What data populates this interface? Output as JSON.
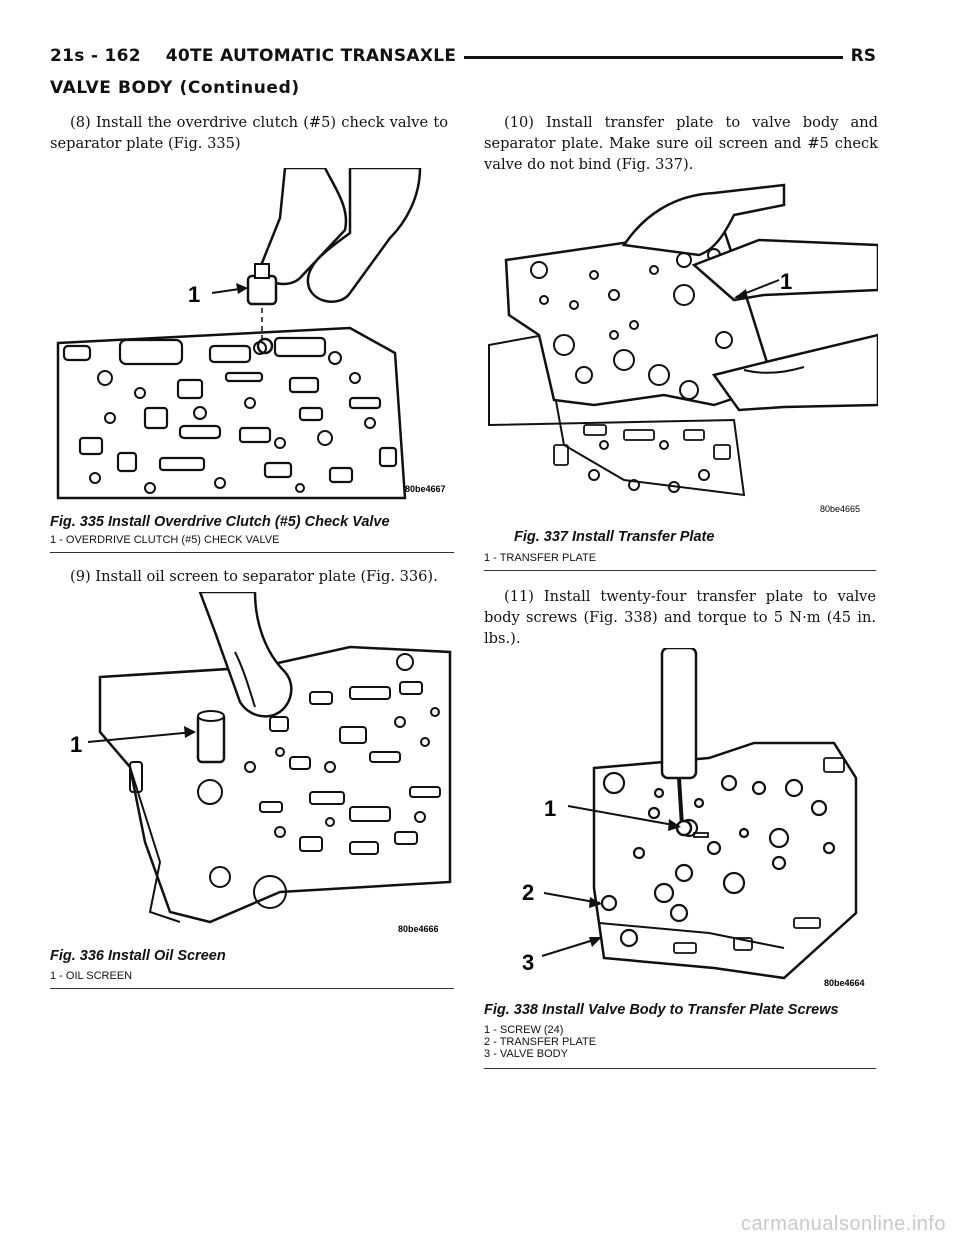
{
  "header": {
    "left": "21s - 162    40TE AUTOMATIC TRANSAXLE",
    "right": "RS"
  },
  "section_title": "VALVE BODY (Continued)",
  "paragraphs": {
    "p8": "(8) Install the overdrive clutch (#5) check valve to separator plate (Fig. 335)",
    "p9": "(9) Install oil screen to separator plate (Fig. 336).",
    "p10": "(10) Install transfer plate to valve body and separator plate. Make sure oil screen and #5 check valve do not bind (Fig. 337).",
    "p11": "(11) Install twenty-four transfer plate to valve body screws (Fig. 338) and torque to 5 N·m (45 in. lbs.)."
  },
  "figures": {
    "fig335": {
      "code": "80be4667",
      "callouts": [
        "1"
      ],
      "title": "Fig. 335 Install Overdrive Clutch (#5) Check Valve",
      "legend": [
        "1 - OVERDRIVE CLUTCH (#5) CHECK VALVE"
      ]
    },
    "fig336": {
      "code": "80be4666",
      "callouts": [
        "1"
      ],
      "title": "Fig. 336 Install Oil Screen",
      "legend": [
        "1 - OIL SCREEN"
      ]
    },
    "fig337": {
      "code": "80be4665",
      "callouts": [
        "1"
      ],
      "title": "Fig. 337 Install Transfer Plate",
      "legend": [
        "1 - TRANSFER PLATE"
      ]
    },
    "fig338": {
      "code": "80be4664",
      "callouts": [
        "1",
        "2",
        "3"
      ],
      "title": "Fig. 338 Install Valve Body to Transfer Plate Screws",
      "legend": [
        "1 - SCREW (24)",
        "2 - TRANSFER PLATE",
        "3 - VALVE BODY"
      ]
    }
  },
  "watermark": "carmanualsonline.info"
}
